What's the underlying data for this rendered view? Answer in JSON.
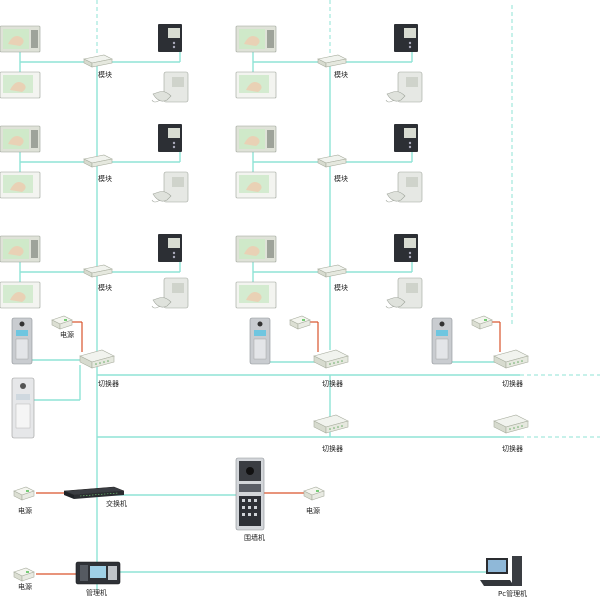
{
  "labels": {
    "module": "模块",
    "power": "电源",
    "switcher": "切换器",
    "network_switch": "交换机",
    "wall_unit": "围墙机",
    "management_unit": "管理机",
    "pc_management": "Pc管理机"
  },
  "colors": {
    "bus_line": "#8fe3d6",
    "dashed_line": "#8fe3d6",
    "power_line": "#d9532c",
    "monitor_bezel": "#d8dcd2",
    "screen": "#cfe9c9",
    "indoor_dark": "#2c2f34",
    "panel_silver": "#c9ccd0",
    "module_box": "#f1f3ee"
  },
  "icons": {
    "color_monitor": "video-monitor-icon",
    "audio_station": "audio-station-icon",
    "handset_phone": "handset-phone-icon",
    "module": "distribution-module-icon",
    "switcher": "video-switcher-icon",
    "network_switch": "network-switch-icon",
    "power_adapter": "power-adapter-icon",
    "door_station": "door-station-icon",
    "wall_station": "wall-station-icon",
    "management_console": "management-console-icon",
    "pc": "pc-computer-icon"
  }
}
